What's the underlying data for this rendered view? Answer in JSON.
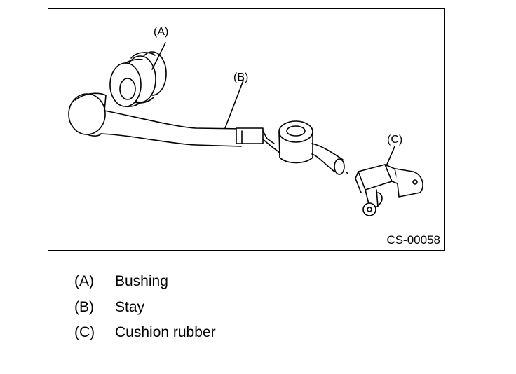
{
  "figure": {
    "id": "CS-00058",
    "callouts": {
      "a": "(A)",
      "b": "(B)",
      "c": "(C)"
    }
  },
  "legend": [
    {
      "key": "(A)",
      "text": "Bushing"
    },
    {
      "key": "(B)",
      "text": "Stay"
    },
    {
      "key": "(C)",
      "text": "Cushion rubber"
    }
  ]
}
